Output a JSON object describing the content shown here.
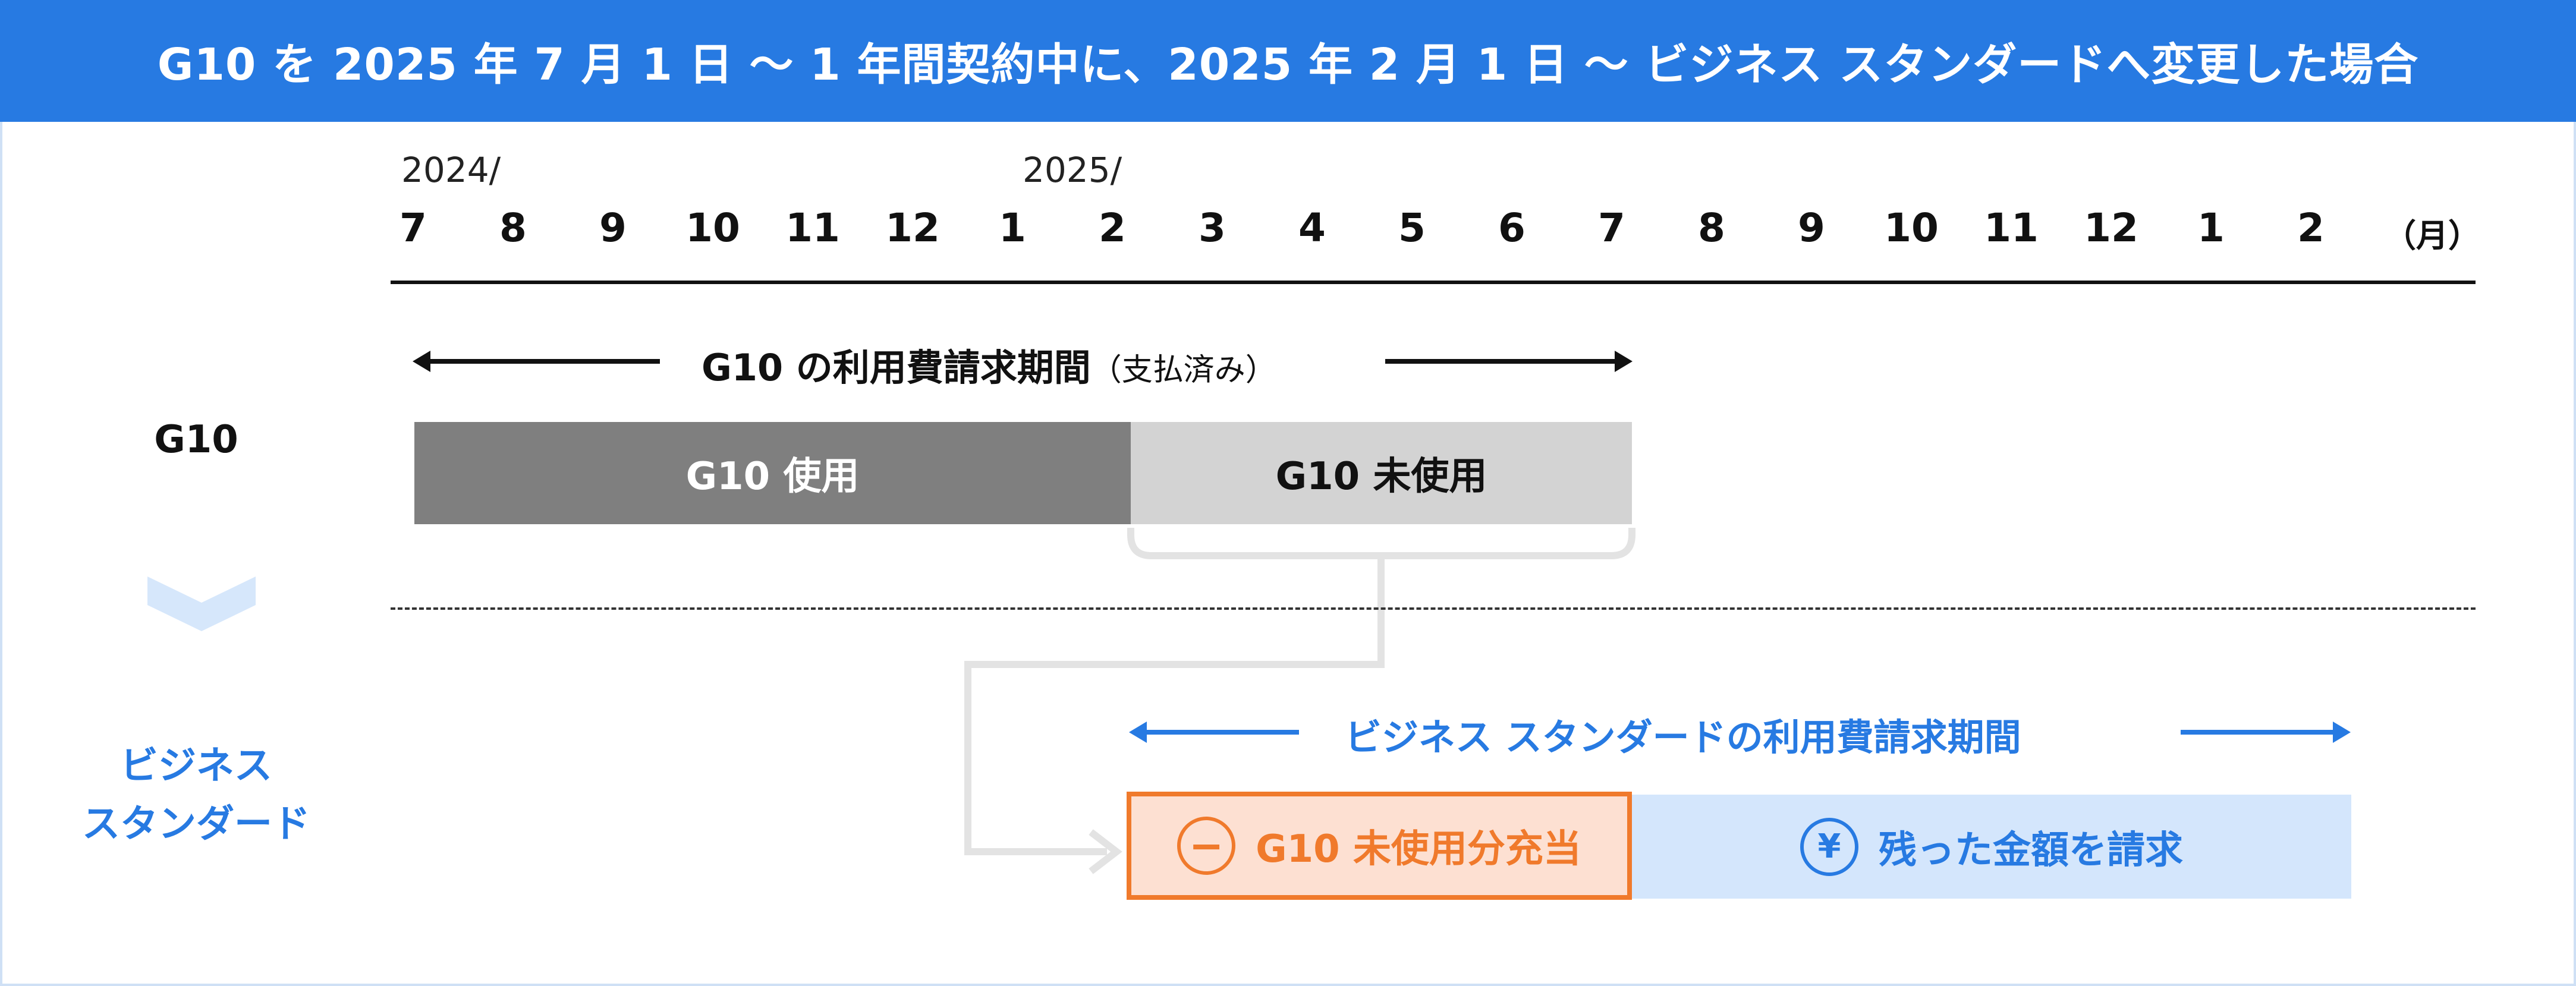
{
  "header": {
    "title": "G10 を 2025 年 7 月 1 日 〜 1 年間契約中に、2025 年 2 月 1 日 〜 ビジネス スタンダードへ変更した場合"
  },
  "timeline": {
    "year_start": "2024/",
    "year_mid": "2025/",
    "months": [
      "7",
      "8",
      "9",
      "10",
      "11",
      "12",
      "1",
      "2",
      "3",
      "4",
      "5",
      "6",
      "7",
      "8",
      "9",
      "10",
      "11",
      "12",
      "1",
      "2"
    ],
    "unit": "（月）"
  },
  "g10": {
    "row_label": "G10",
    "period_label": "G10 の利用費請求期間",
    "period_note": "（支払済み）",
    "used_label": "G10 使用",
    "unused_label": "G10 未使用"
  },
  "business": {
    "row_label_line1": "ビジネス",
    "row_label_line2": "スタンダード",
    "period_label": "ビジネス スタンダードの利用費請求期間",
    "credit_label": "G10 未使用分充当",
    "charge_label": "残った金額を請求",
    "credit_icon": "minus-icon",
    "charge_icon": "yen-icon",
    "credit_icon_glyph": "−",
    "charge_icon_glyph": "¥"
  },
  "colors": {
    "header_bg": "#277ae2",
    "accent_blue": "#277ae2",
    "used_bar": "#7f7f7f",
    "unused_bar": "#d3d3d3",
    "credit_bg": "#fde0d2",
    "credit_border": "#f07a2c",
    "charge_bg": "#d4e6fc",
    "connector": "#e3e3e3",
    "chevron": "#d6e7fb"
  }
}
